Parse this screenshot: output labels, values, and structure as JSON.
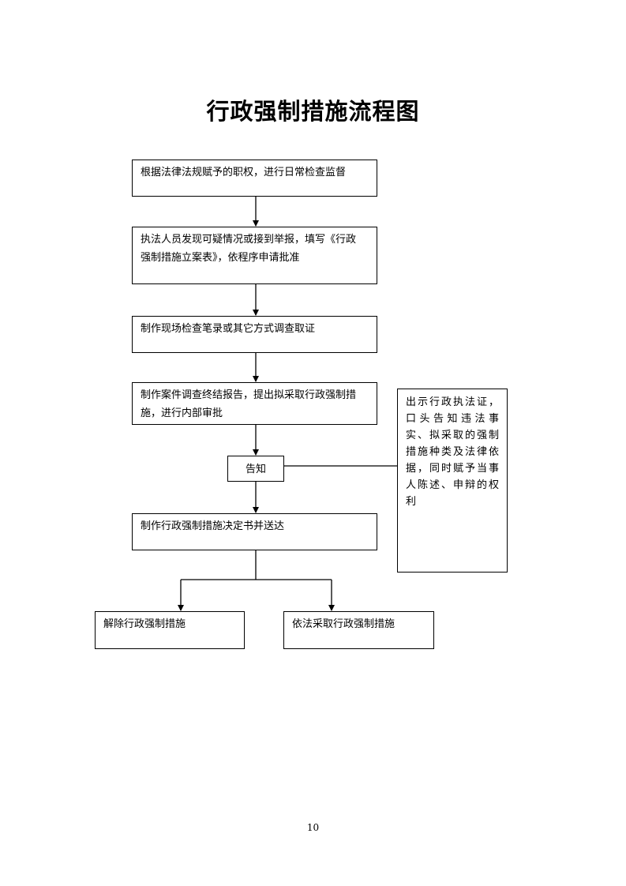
{
  "document": {
    "title": "行政强制措施流程图",
    "page_number": "10"
  },
  "flow": {
    "step1": {
      "lines": [
        "根据法律法规赋予的职权，进行日常检查监督"
      ]
    },
    "step2": {
      "lines": [
        "执法人员发现可疑情况或接到举报，填写《行政",
        "强制措施立案表》，依程序申请批准"
      ]
    },
    "step3": {
      "lines": [
        "制作现场检查笔录或其它方式调查取证"
      ]
    },
    "step4": {
      "lines": [
        "制作案件调查终结报告，提出拟采取行政强制措",
        "施，进行内部审批"
      ]
    },
    "notify": {
      "label": "告知"
    },
    "notify_note": {
      "lines": [
        "出示行政执法证，",
        "口头告知违法事",
        "实、拟采取的强制",
        "措施种类及法律依",
        "据，同时赋予当事",
        "人陈述、申辩的权",
        "利"
      ]
    },
    "step5": {
      "lines": [
        "制作行政强制措施决定书并送达"
      ]
    },
    "outcome_left": {
      "lines": [
        "解除行政强制措施"
      ]
    },
    "outcome_right": {
      "lines": [
        "依法采取行政强制措施"
      ]
    }
  }
}
